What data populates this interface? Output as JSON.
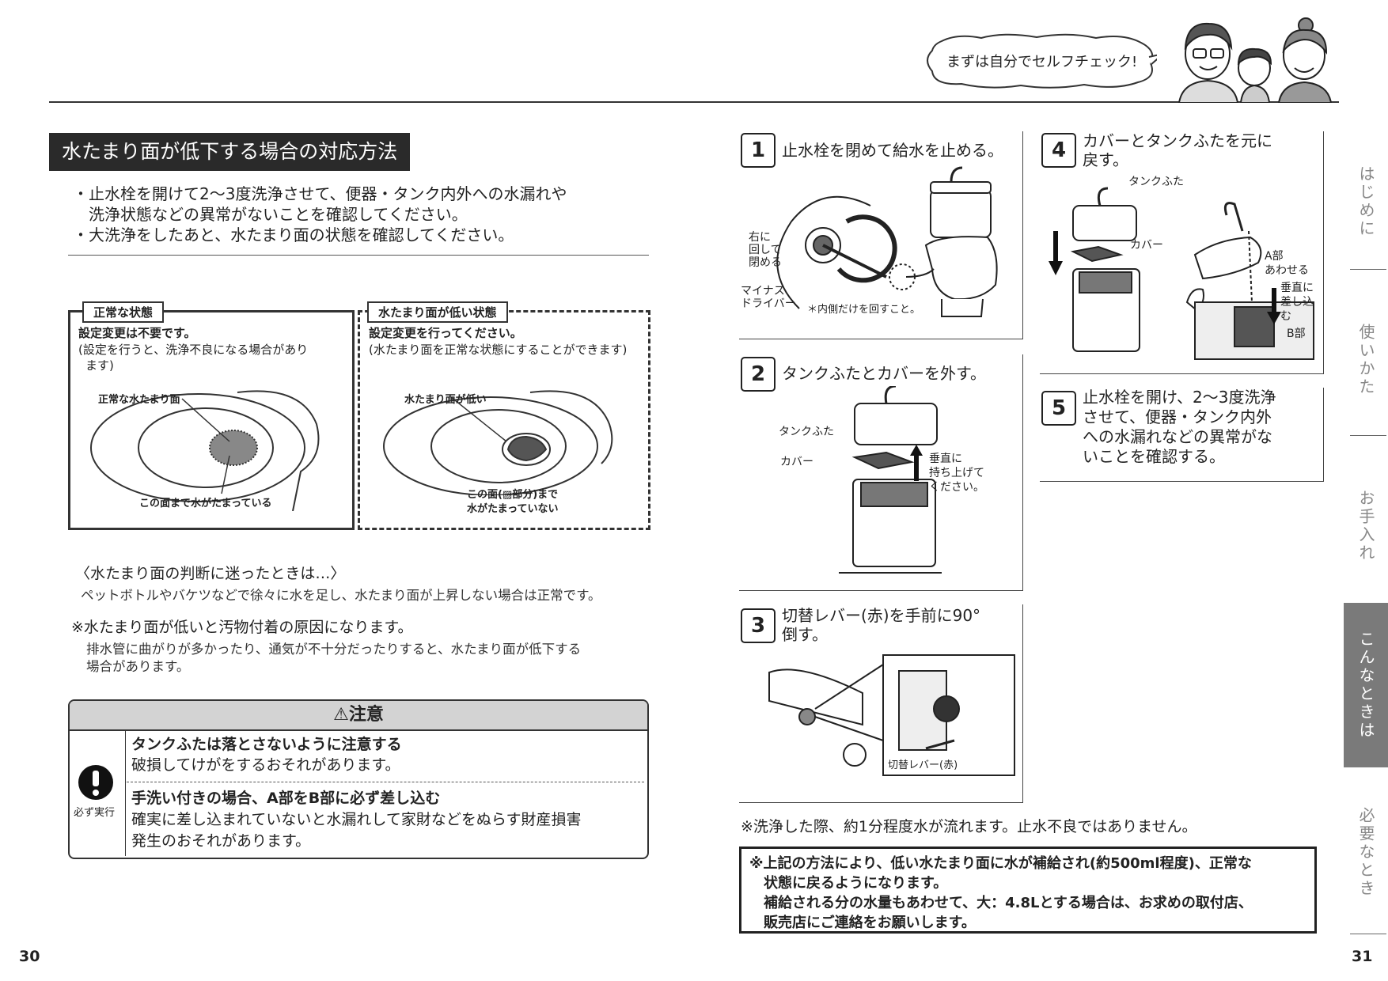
{
  "header": {
    "speech_bubble": "まずは自分でセルフチェック!"
  },
  "left": {
    "section_title": "水たまり面が低下する場合の対応方法",
    "intro": [
      "・止水栓を開けて2〜3度洗浄させて、便器・タンク内外への水漏れや",
      "　洗浄状態などの異常がないことを確認してください。",
      "・大洗浄をしたあと、水たまり面の状態を確認してください。"
    ],
    "normal": {
      "label": "正常な状態",
      "line1": "設定変更は不要です。",
      "line2": "(設定を行うと、洗浄不良になる場合があり",
      "line3": "ます)",
      "caption_top": "正常な水たまり面",
      "caption_bottom": "この面まで水がたまっている"
    },
    "low": {
      "label": "水たまり面が低い状態",
      "line1": "設定変更を行ってください。",
      "line2": "(水たまり面を正常な状態にすることができます)",
      "caption_top": "水たまり面が低い",
      "caption_bottom1": "この面(▨部分)まで",
      "caption_bottom2": "水がたまっていない"
    },
    "note1_head": "〈水たまり面の判断に迷ったときは…〉",
    "note1_text": "ペットボトルやバケツなどで徐々に水を足し、水たまり面が上昇しない場合は正常です。",
    "note2_head": "※水たまり面が低いと汚物付着の原因になります。",
    "note2_text1": "排水管に曲がりが多かったり、通気が不十分だったりすると、水たまり面が低下する",
    "note2_text2": "場合があります。",
    "caution": {
      "title": "⚠注意",
      "icon_label": "必ず実行",
      "item1_head": "タンクふたは落とさないように注意する",
      "item1_text": "破損してけがをするおそれがあります。",
      "item2_head": "手洗い付きの場合、A部をB部に必ず差し込む",
      "item2_text1": "確実に差し込まれていないと水漏れして家財などをぬらす財産損害",
      "item2_text2": "発生のおそれがあります。"
    },
    "page_number": "30"
  },
  "right": {
    "step1": {
      "num": "1",
      "text": "止水栓を閉めて給水を止める。",
      "lbl_turn1": "右に",
      "lbl_turn2": "回して",
      "lbl_turn3": "閉める",
      "lbl_driver1": "マイナス",
      "lbl_driver2": "ドライバー",
      "lbl_note": "＊内側だけを回すこと。"
    },
    "step2": {
      "num": "2",
      "text": "タンクふたとカバーを外す。",
      "lbl_lid": "タンクふた",
      "lbl_cover": "カバー",
      "lbl_lift1": "垂直に",
      "lbl_lift2": "持ち上げて",
      "lbl_lift3": "ください。"
    },
    "step3": {
      "num": "3",
      "text1": "切替レバー(赤)を手前に90°",
      "text2": "倒す。",
      "lbl_lever": "切替レバー(赤)"
    },
    "step4": {
      "num": "4",
      "text1": "カバーとタンクふたを元に",
      "text2": "戻す。",
      "lbl_lid": "タンクふた",
      "lbl_cover": "カバー",
      "lbl_a1": "A部",
      "lbl_a2": "あわせる",
      "lbl_v1": "垂直に",
      "lbl_v2": "差し込",
      "lbl_v3": "む",
      "lbl_b": "B部"
    },
    "step5": {
      "num": "5",
      "text1": "止水栓を開け、2〜3度洗浄",
      "text2": "させて、便器・タンク内外",
      "text3": "への水漏れなどの異常がな",
      "text4": "いことを確認する。"
    },
    "footnote": "※洗浄した際、約1分程度水が流れます。止水不良ではありません。",
    "bottom_note": [
      "※上記の方法により、低い水たまり面に水が補給され(約500ml程度)、正常な",
      "　状態に戻るようになります。",
      "　補給される分の水量もあわせて、大：4.8Lとする場合は、お求めの取付店、",
      "　販売店にご連絡をお願いします。"
    ],
    "page_number": "31"
  },
  "tabs": [
    {
      "label": "はじめに",
      "active": false
    },
    {
      "label": "使いかた",
      "active": false
    },
    {
      "label": "お手入れ",
      "active": false
    },
    {
      "label": "こんなときは",
      "active": true
    },
    {
      "label": "必要なとき",
      "active": false
    }
  ]
}
